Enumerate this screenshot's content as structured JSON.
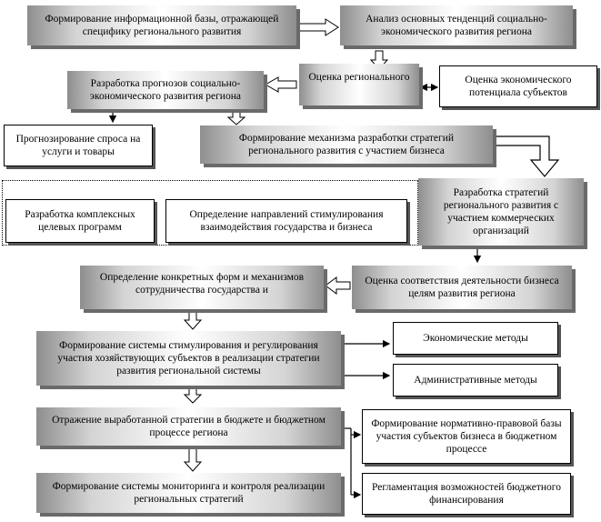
{
  "boxes": {
    "b1": "Формирование информационной базы, отражающей специфику регионального развития",
    "b2": "Анализ основных тенденций социально-экономического развития региона",
    "b3": "Оценка регионального",
    "b4": "Оценка экономического потенциала субъектов",
    "b5": "Разработка прогнозов социально-экономического развития региона",
    "b6": "Прогнозирование спроса на услуги и товары",
    "b7": "Формирование механизма разработки стратегий регионального развития с участием бизнеса",
    "b8": "Разработка комплексных целевых программ",
    "b9": "Определение направлений стимулирования взаимодействия государства и бизнеса",
    "b10": "Разработка стратегий регионального развития с участием коммерческих организаций",
    "b11": "Определение конкретных форм и механизмов сотрудничества государства и",
    "b12": "Оценка соответствия деятельности бизнеса целям развития региона",
    "b13": "Формирование системы стимулирования и регулирования участия хозяйствующих субъектов в реализации стратегии развития региональной системы",
    "b14": "Экономические методы",
    "b15": "Административные методы",
    "b16": "Отражение выработанной стратегии в бюджете и бюджетном процессе региона",
    "b17": "Формирование нормативно-правовой базы участия субъектов бизнеса в бюджетном процессе",
    "b18": "Формирование системы мониторинга и контроля реализации региональных стратегий",
    "b19": "Регламентация возможностей бюджетного финансирования"
  }
}
